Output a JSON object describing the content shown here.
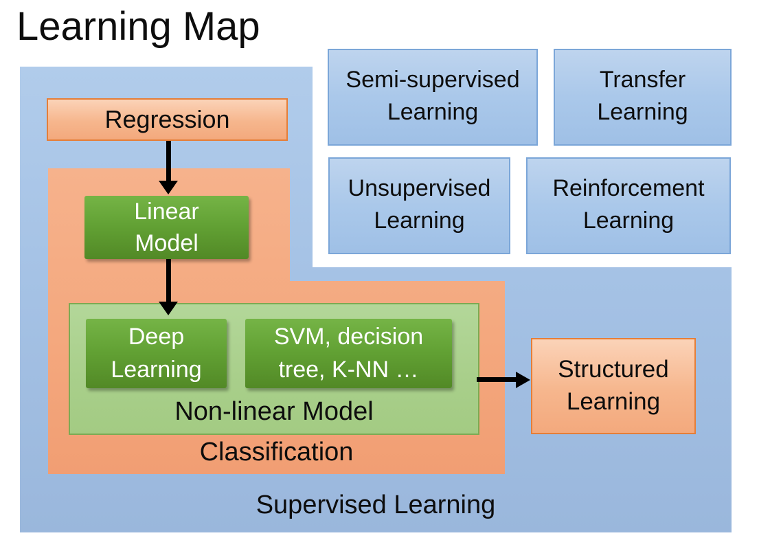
{
  "title": "Learning Map",
  "regions": {
    "supervised": {
      "label": "Supervised Learning"
    },
    "classification": {
      "label": "Classification"
    },
    "nonlinear": {
      "label": "Non-linear Model"
    }
  },
  "nodes": {
    "regression": {
      "label": "Regression"
    },
    "linear_model": {
      "label": "Linear\nModel"
    },
    "deep_learning": {
      "label": "Deep\nLearning"
    },
    "svm_decision_tree_knn": {
      "label": "SVM, decision\ntree, K-NN …"
    },
    "structured_learning": {
      "label": "Structured\nLearning"
    }
  },
  "other_learning": [
    {
      "label": "Semi-supervised\nLearning"
    },
    {
      "label": "Transfer\nLearning"
    },
    {
      "label": "Unsupervised\nLearning"
    },
    {
      "label": "Reinforcement\nLearning"
    }
  ],
  "colors": {
    "background_blue": "#a5c2e5",
    "blue_box_fill": "#aac8ea",
    "blue_box_border": "#7ba6d8",
    "orange_region": "#f4a87e",
    "orange_box_border": "#e57e38",
    "orange_box_fill": "#f6b68d",
    "light_green_region": "#a9cf8b",
    "green_box_fill": "#61a033",
    "arrow": "#000000",
    "text_dark": "#0d0d0d",
    "text_light": "#ffffff"
  }
}
